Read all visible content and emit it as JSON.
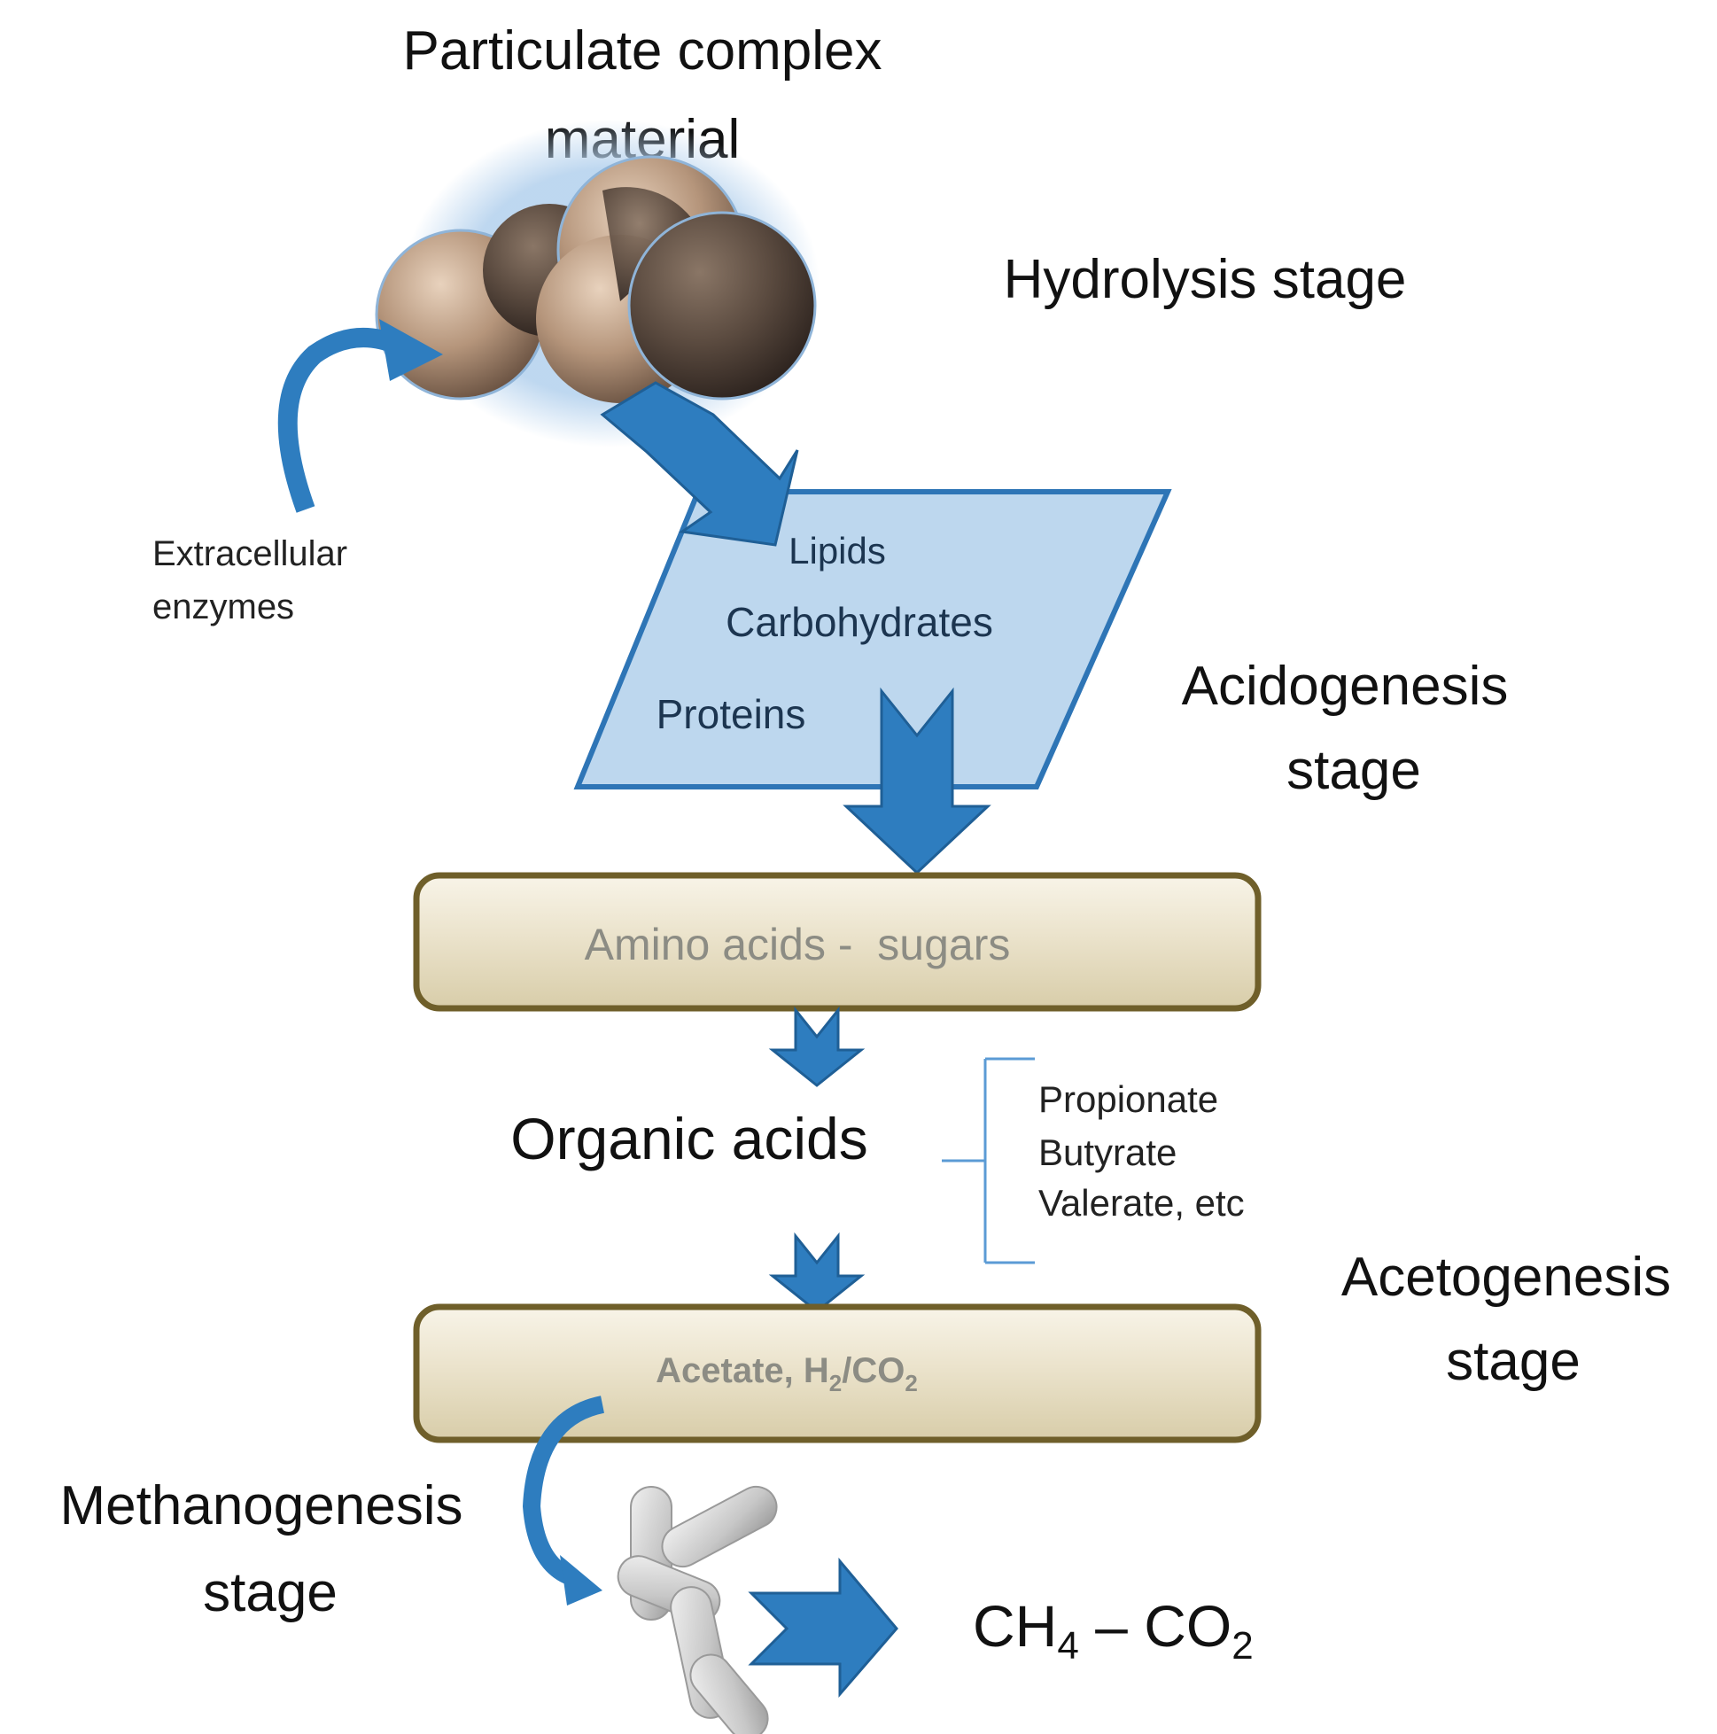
{
  "title": {
    "line1": "Particulate complex",
    "line2": "material"
  },
  "stages": {
    "hydrolysis": "Hydrolysis stage",
    "acidogenesis_line1": "Acidogenesis",
    "acidogenesis_line2": "stage",
    "acetogenesis_line1": "Acetogenesis",
    "acetogenesis_line2": "stage",
    "methanogenesis_line1": "Methanogenesis",
    "methanogenesis_line2": "stage"
  },
  "enzymes": {
    "line1": "Extracellular",
    "line2": "enzymes"
  },
  "polymers": {
    "lipids": "Lipids",
    "carbohydrates": "Carbohydrates",
    "proteins": "Proteins"
  },
  "monomers_box": "Amino acids -  sugars",
  "organic_acids": {
    "label": "Organic acids",
    "items": [
      "Propionate",
      "Butyrate",
      "Valerate, etc"
    ]
  },
  "acetate_box": {
    "prefix": "Acetate, H",
    "sub1": "2",
    "mid": "/CO",
    "sub2": "2"
  },
  "products": {
    "ch": "CH",
    "sub1": "4",
    "dash": " – CO",
    "sub2": "2"
  },
  "colors": {
    "arrow_blue": "#2e7dbf",
    "arrow_outline": "#1f5f96",
    "parallelogram_fill": "#bdd7ee",
    "parallelogram_stroke": "#2e75b6",
    "box_fill": "#eee8d5",
    "box_stroke": "#6f5f2a",
    "box_text": "#8c8c84",
    "bracket": "#5b9bd5"
  }
}
